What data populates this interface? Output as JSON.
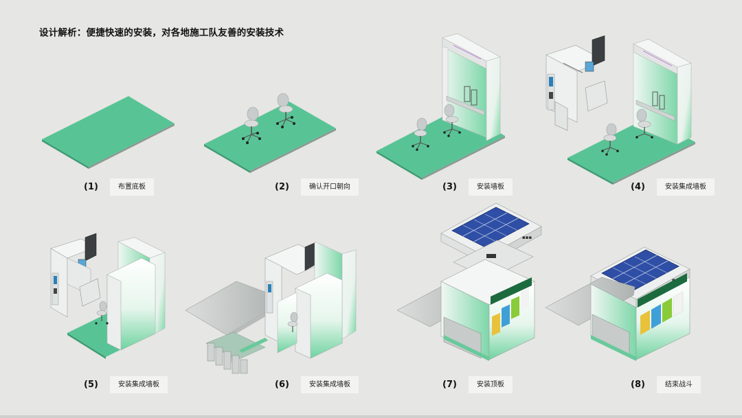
{
  "title": "设计解析：便捷快速的安装，对各地施工队友善的安装技术",
  "colors": {
    "floor": "#58c496",
    "floor_edge": "#3e9c74",
    "panel": "#f2f3f3",
    "panel_dark": "#d6d8d9",
    "solar": "#2f4fa6",
    "accent": "#7ad9a8"
  },
  "steps": [
    {
      "number": "(1)",
      "caption": "布置底板"
    },
    {
      "number": "(2)",
      "caption": "确认开口朝向"
    },
    {
      "number": "(3)",
      "caption": "安装墙板"
    },
    {
      "number": "(4)",
      "caption": "安装集成墙板"
    },
    {
      "number": "(5)",
      "caption": "安装集成墙板"
    },
    {
      "number": "(6)",
      "caption": "安装集成墙板"
    },
    {
      "number": "(7)",
      "caption": "安装顶板"
    },
    {
      "number": "(8)",
      "caption": "结束战斗"
    }
  ]
}
